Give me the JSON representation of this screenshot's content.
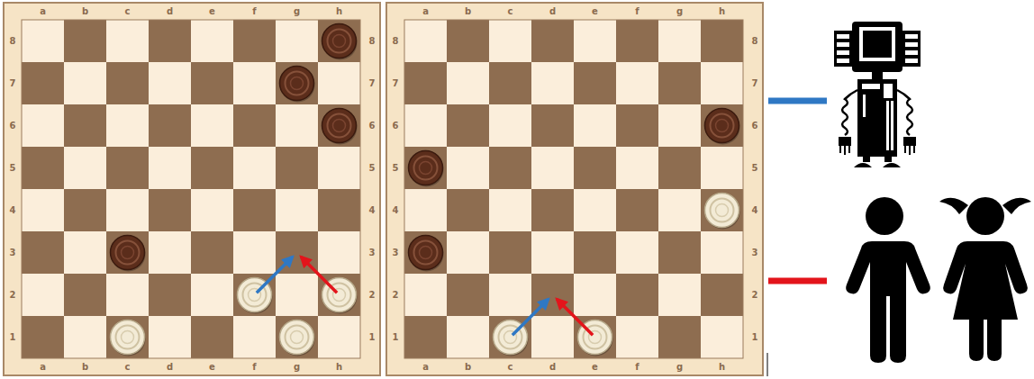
{
  "diagram": {
    "labels": [
      "a",
      "b",
      "c",
      "d",
      "e",
      "f",
      "g",
      "h",
      "8",
      "8",
      "7",
      "7",
      "6",
      "6",
      "5",
      "5",
      "4",
      "4",
      "3",
      "3",
      "2",
      "2",
      "1",
      "1",
      "a",
      "b",
      "c",
      "d",
      "e",
      "f",
      "g",
      "h",
      "a",
      "b",
      "c",
      "d",
      "e",
      "f",
      "g",
      "h",
      "8",
      "8",
      "7",
      "7",
      "6",
      "6",
      "5",
      "5",
      "4",
      "4",
      "3",
      "3",
      "2",
      "2",
      "1",
      "1",
      "a",
      "b",
      "c",
      "d",
      "e",
      "f",
      "g",
      "h"
    ]
  }
}
